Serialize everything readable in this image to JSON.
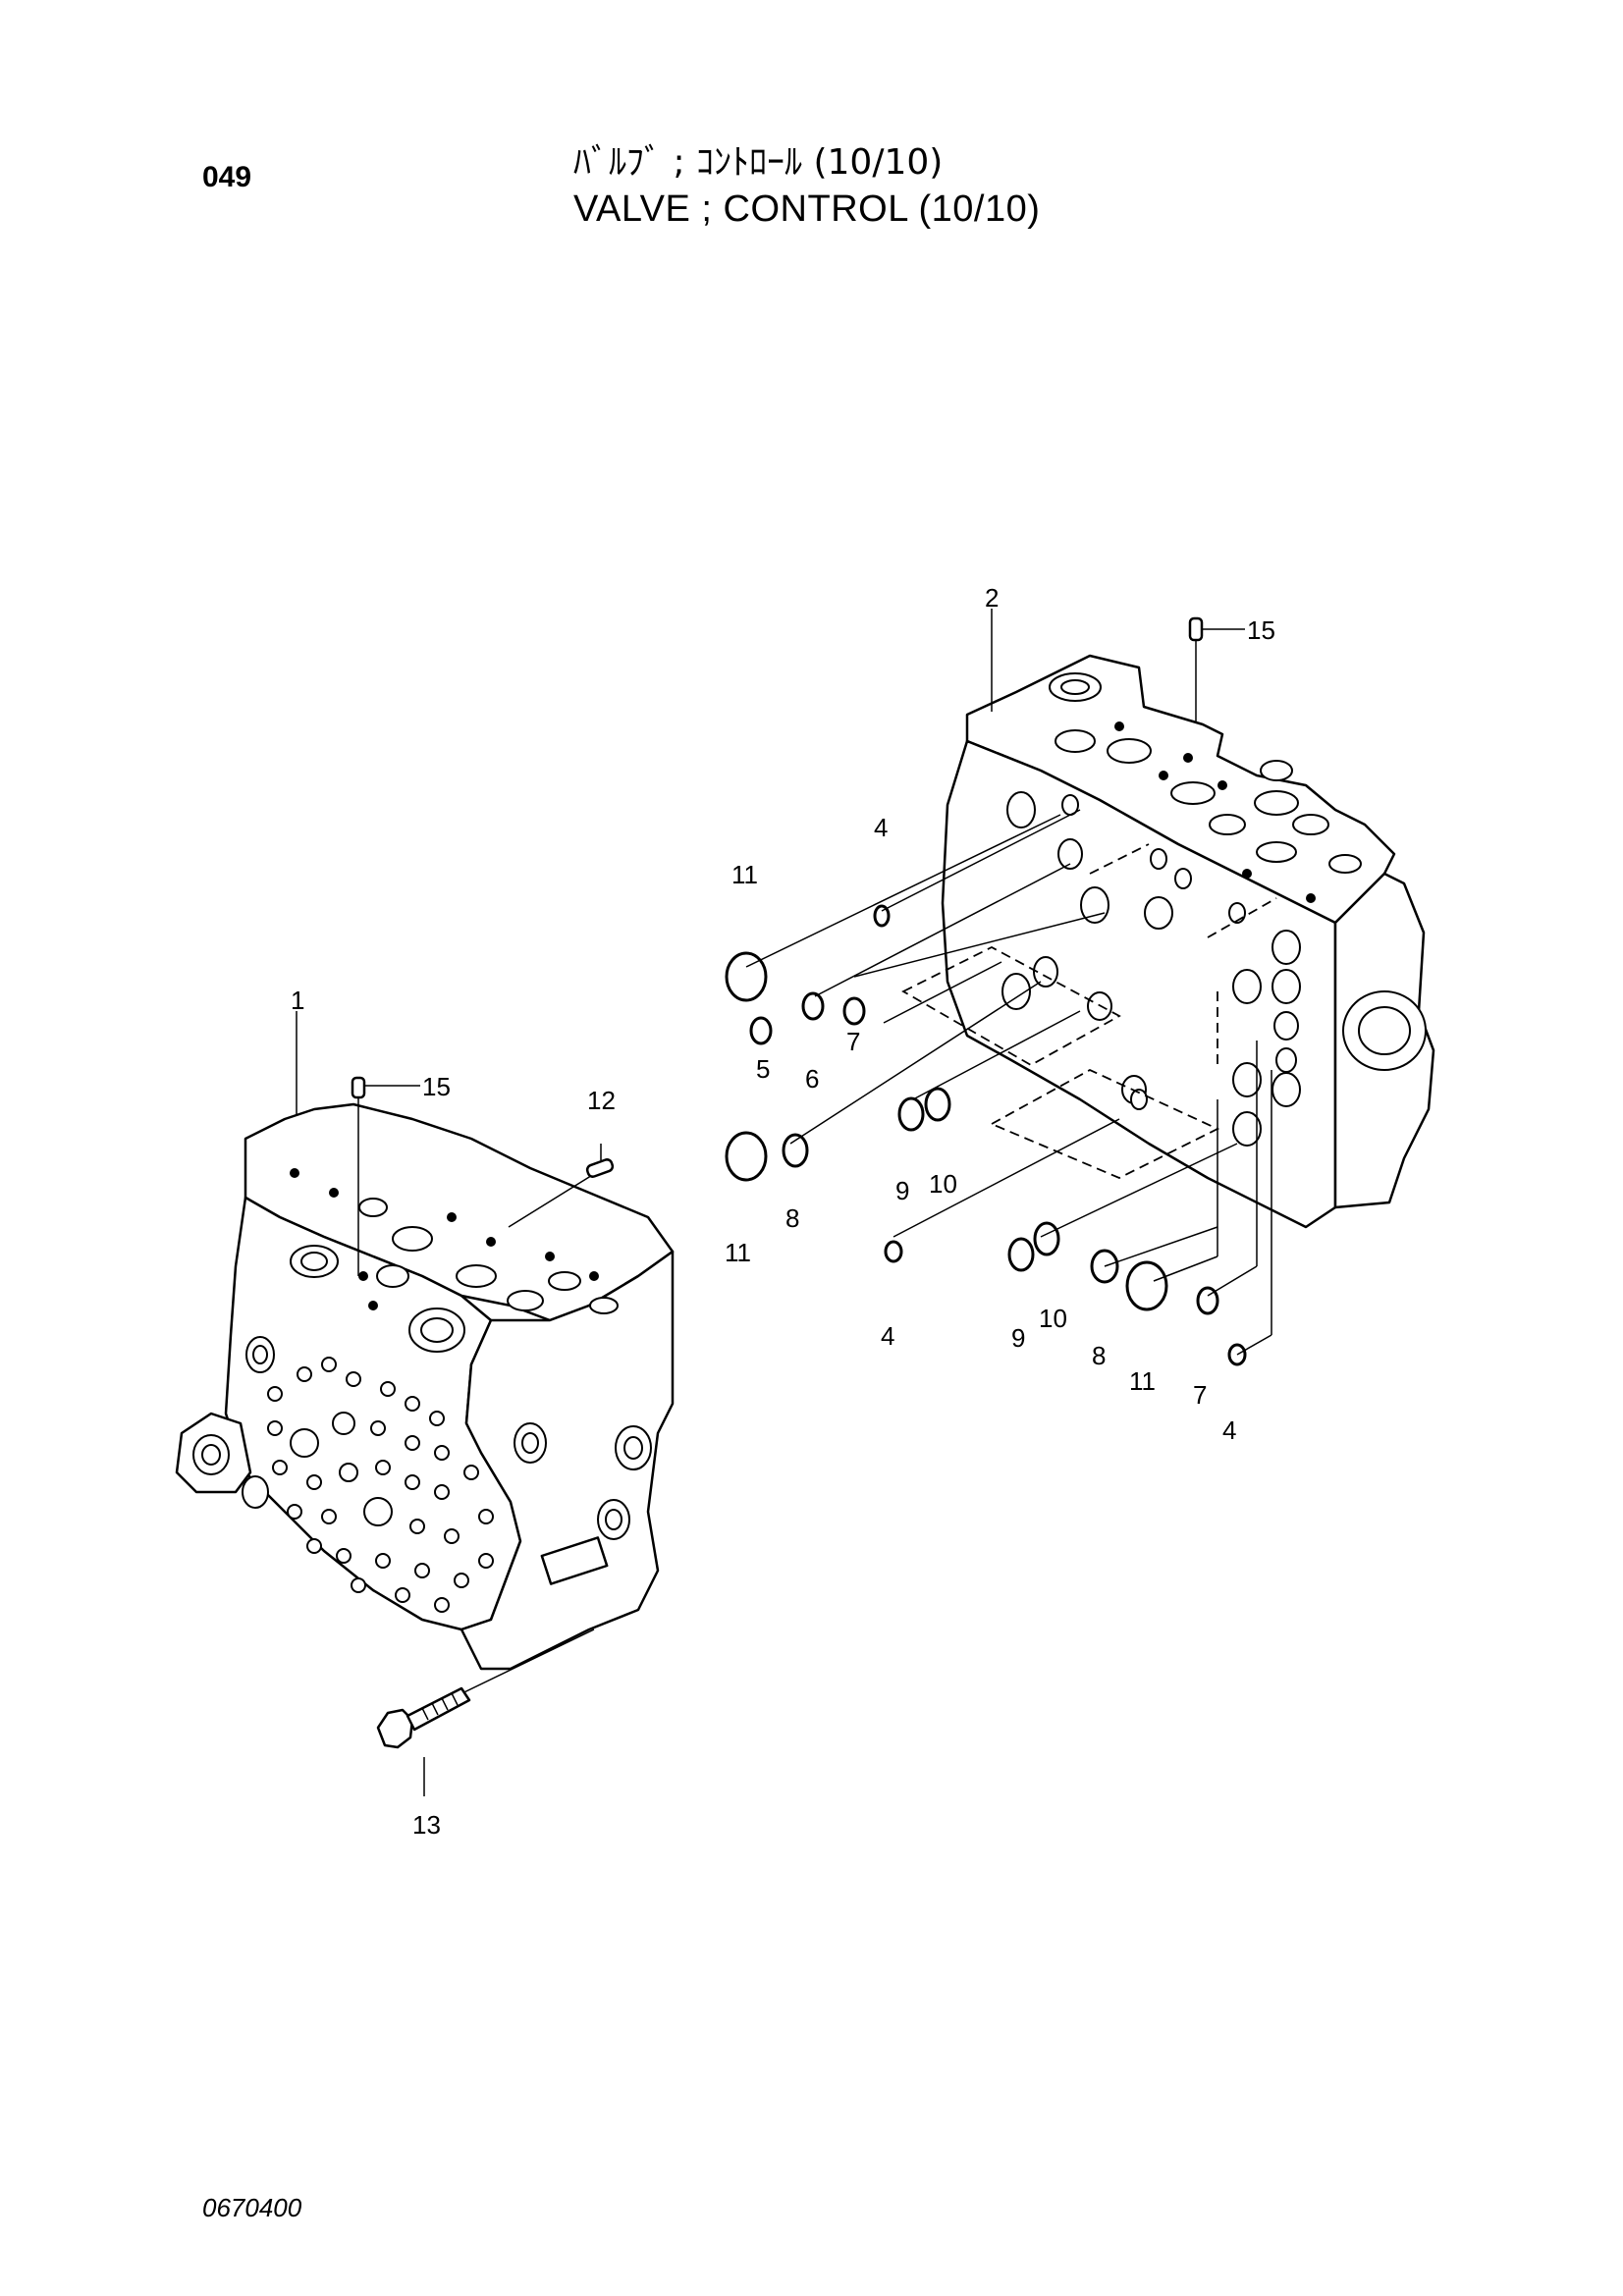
{
  "header": {
    "page_number": "049",
    "title_jp": "ﾊﾞﾙﾌﾞ ; ｺﾝﾄﾛｰﾙ (10/10)",
    "title_en": "VALVE ; CONTROL (10/10)"
  },
  "footer": {
    "drawing_code": "0670400"
  },
  "callouts": {
    "c1": "1",
    "c2": "2",
    "c4a": "4",
    "c4b": "4",
    "c4c": "4",
    "c5": "5",
    "c6": "6",
    "c7a": "7",
    "c7b": "7",
    "c8a": "8",
    "c8b": "8",
    "c9a": "9",
    "c9b": "9",
    "c10a": "10",
    "c10b": "10",
    "c11a": "11",
    "c11b": "11",
    "c11c": "11",
    "c12": "12",
    "c13": "13",
    "c15a": "15",
    "c15b": "15"
  }
}
